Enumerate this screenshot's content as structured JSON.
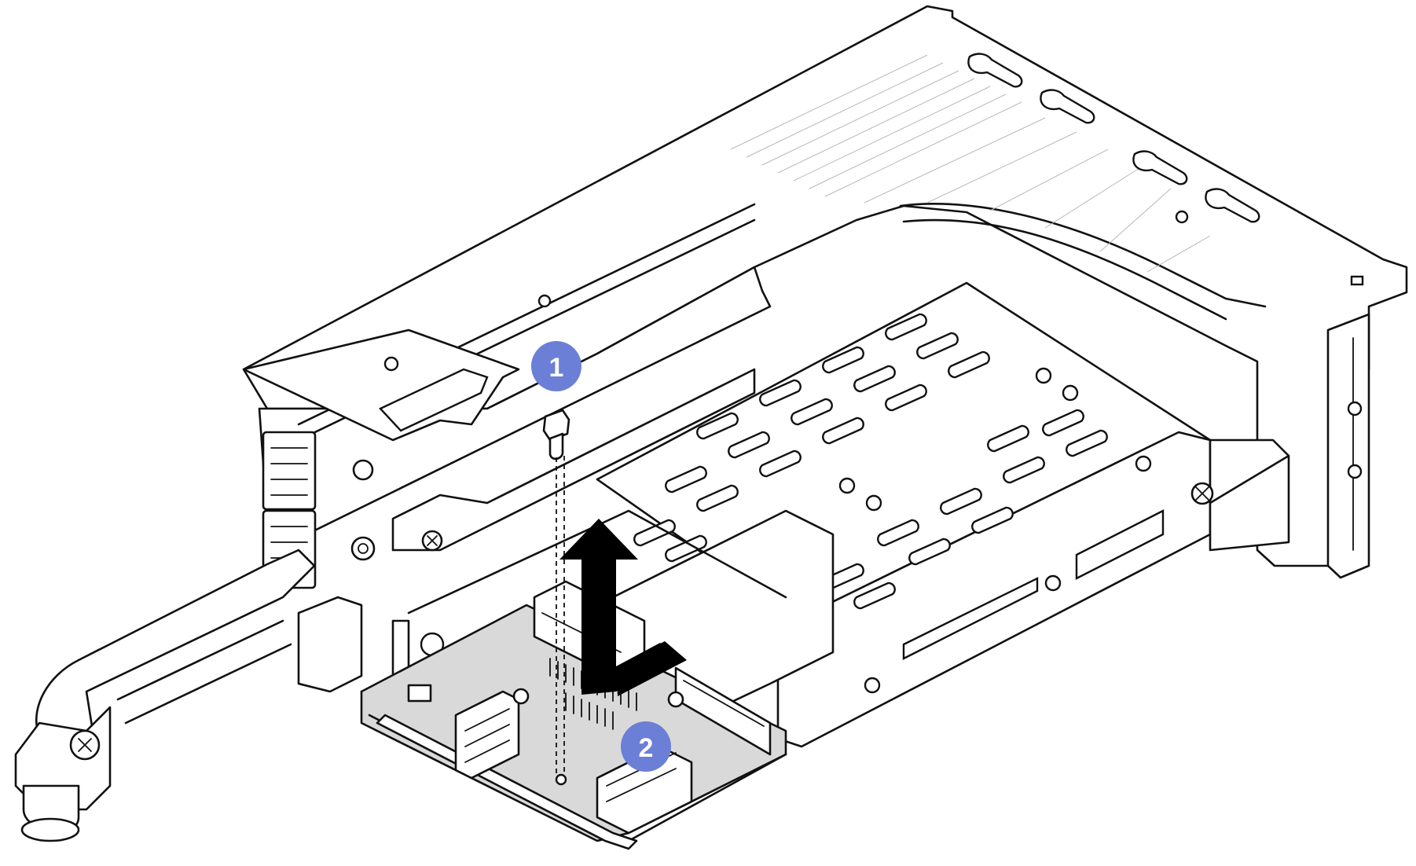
{
  "callouts": [
    {
      "id": "step-1",
      "label": "1"
    },
    {
      "id": "step-2",
      "label": "2"
    }
  ],
  "colors": {
    "callout_fill": "#6b7fd7",
    "board_fill": "#d9d9d9",
    "line": "#111111",
    "arrow": "#000000"
  },
  "icons": {
    "removal_arrow": "arrow-up-then-back-icon",
    "screw": "screw-icon"
  }
}
